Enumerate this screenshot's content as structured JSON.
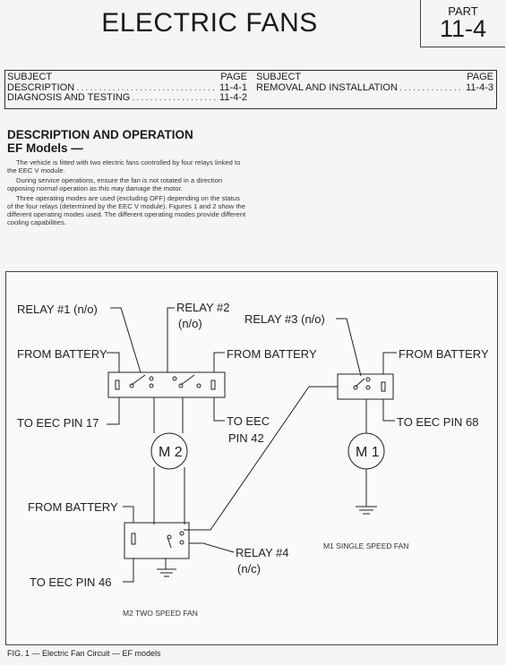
{
  "header": {
    "title": "ELECTRIC FANS",
    "part_label": "PART",
    "part_number": "11-4"
  },
  "toc": {
    "subject_header": "SUBJECT",
    "page_header": "PAGE",
    "left": [
      {
        "subject": "DESCRIPTION",
        "page": "11-4-1"
      },
      {
        "subject": "DIAGNOSIS AND TESTING",
        "page": "11-4-2"
      }
    ],
    "right": [
      {
        "subject": "REMOVAL AND INSTALLATION",
        "page": "11-4-3"
      }
    ]
  },
  "section": {
    "title": "DESCRIPTION AND OPERATION",
    "subtitle": "EF Models —",
    "paragraphs": [
      "The vehicle is fitted with two electric fans controlled by four relays linked to the EEC V module.",
      "During service operations, ensure the fan is not rotated in a direction opposing normal operation as this may damage the motor.",
      "Three operating modes are used (excluding OFF) depending on the status of the four relays (determined by the EEC V module). Figures 1 and 2 show the different operating modes used. The different operating modes provide different cooling capabilities."
    ]
  },
  "diagram": {
    "labels": {
      "relay1": "RELAY #1 (n/o)",
      "relay2_a": "RELAY #2",
      "relay2_b": "(n/o)",
      "relay3": "RELAY #3 (n/o)",
      "battery_left": "FROM BATTERY",
      "battery_mid": "FROM BATTERY",
      "battery_right": "FROM BATTERY",
      "eec17": "TO EEC PIN 17",
      "eec42_a": "TO EEC",
      "eec42_b": "PIN 42",
      "eec68": "TO EEC PIN 68",
      "m2": "M 2",
      "m1": "M 1",
      "battery_bottom": "FROM BATTERY",
      "relay4_a": "RELAY #4",
      "relay4_b": "(n/c)",
      "eec46": "TO EEC PIN 46",
      "m1_caption": "M1 SINGLE SPEED FAN",
      "m2_caption": "M2 TWO SPEED FAN"
    }
  },
  "figure_caption": "FIG. 1 — Electric Fan Circuit — EF models"
}
